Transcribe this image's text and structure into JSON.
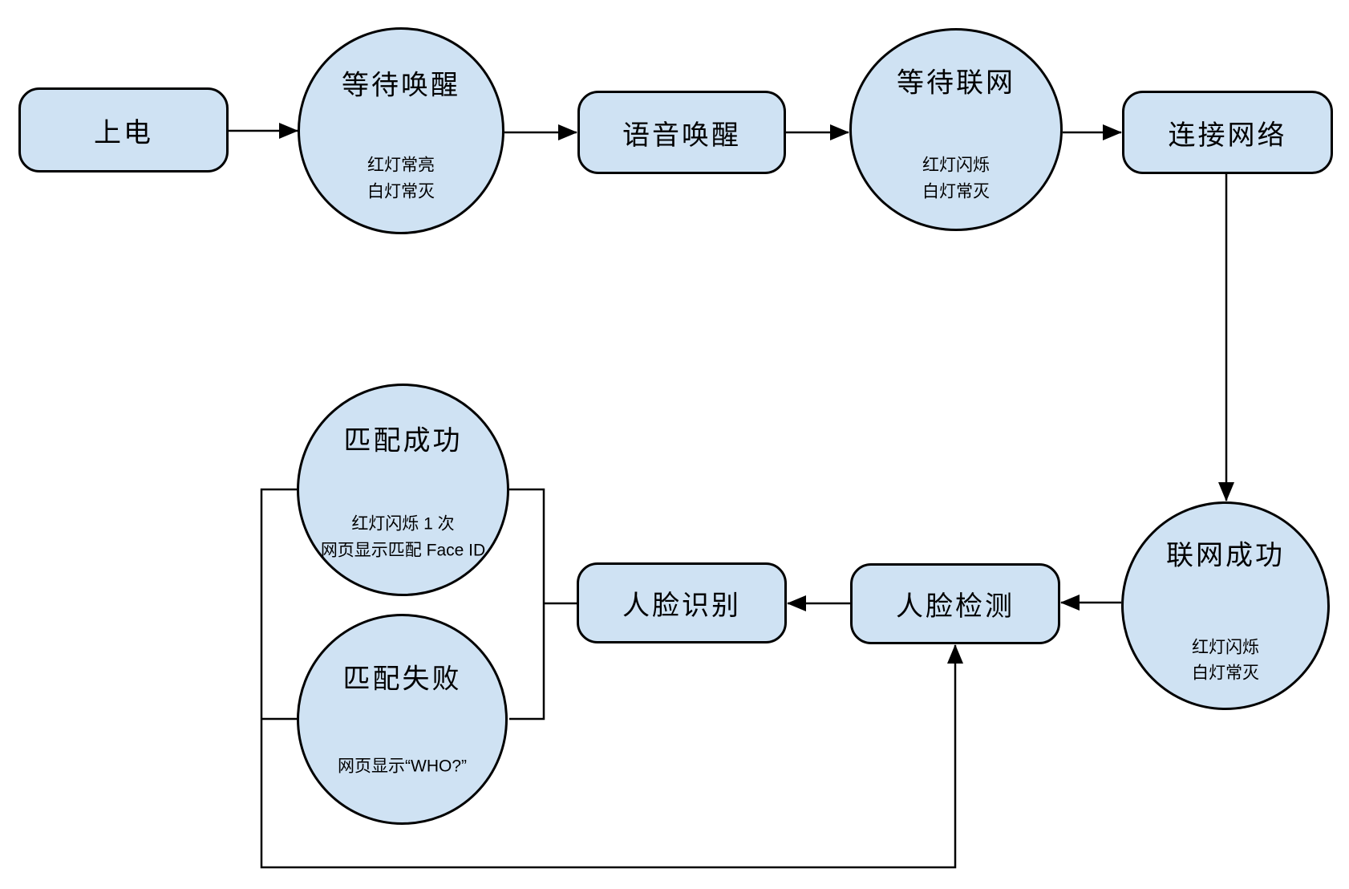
{
  "diagram": {
    "colors": {
      "background": "#ffffff",
      "node_fill": "#cfe2f3",
      "node_stroke": "#000000",
      "connector": "#000000",
      "text": "#000000"
    },
    "nodes": {
      "power_on": {
        "shape": "rounded-rect",
        "label": "上电"
      },
      "wait_wake": {
        "shape": "circle",
        "label": "等待唤醒",
        "notes": [
          "红灯常亮",
          "白灯常灭"
        ]
      },
      "voice_wake": {
        "shape": "rounded-rect",
        "label": "语音唤醒"
      },
      "wait_network": {
        "shape": "circle",
        "label": "等待联网",
        "notes": [
          "红灯闪烁",
          "白灯常灭"
        ]
      },
      "connect_network": {
        "shape": "rounded-rect",
        "label": "连接网络"
      },
      "network_success": {
        "shape": "circle",
        "label": "联网成功",
        "notes": [
          "红灯闪烁",
          "白灯常灭"
        ]
      },
      "face_detect": {
        "shape": "rounded-rect",
        "label": "人脸检测"
      },
      "face_recognize": {
        "shape": "rounded-rect",
        "label": "人脸识别"
      },
      "match_success": {
        "shape": "circle",
        "label": "匹配成功",
        "notes": [
          "红灯闪烁 1 次",
          "网页显示匹配 Face ID"
        ]
      },
      "match_fail": {
        "shape": "circle",
        "label": "匹配失败",
        "notes": [
          "网页显示“WHO?”"
        ]
      }
    }
  }
}
